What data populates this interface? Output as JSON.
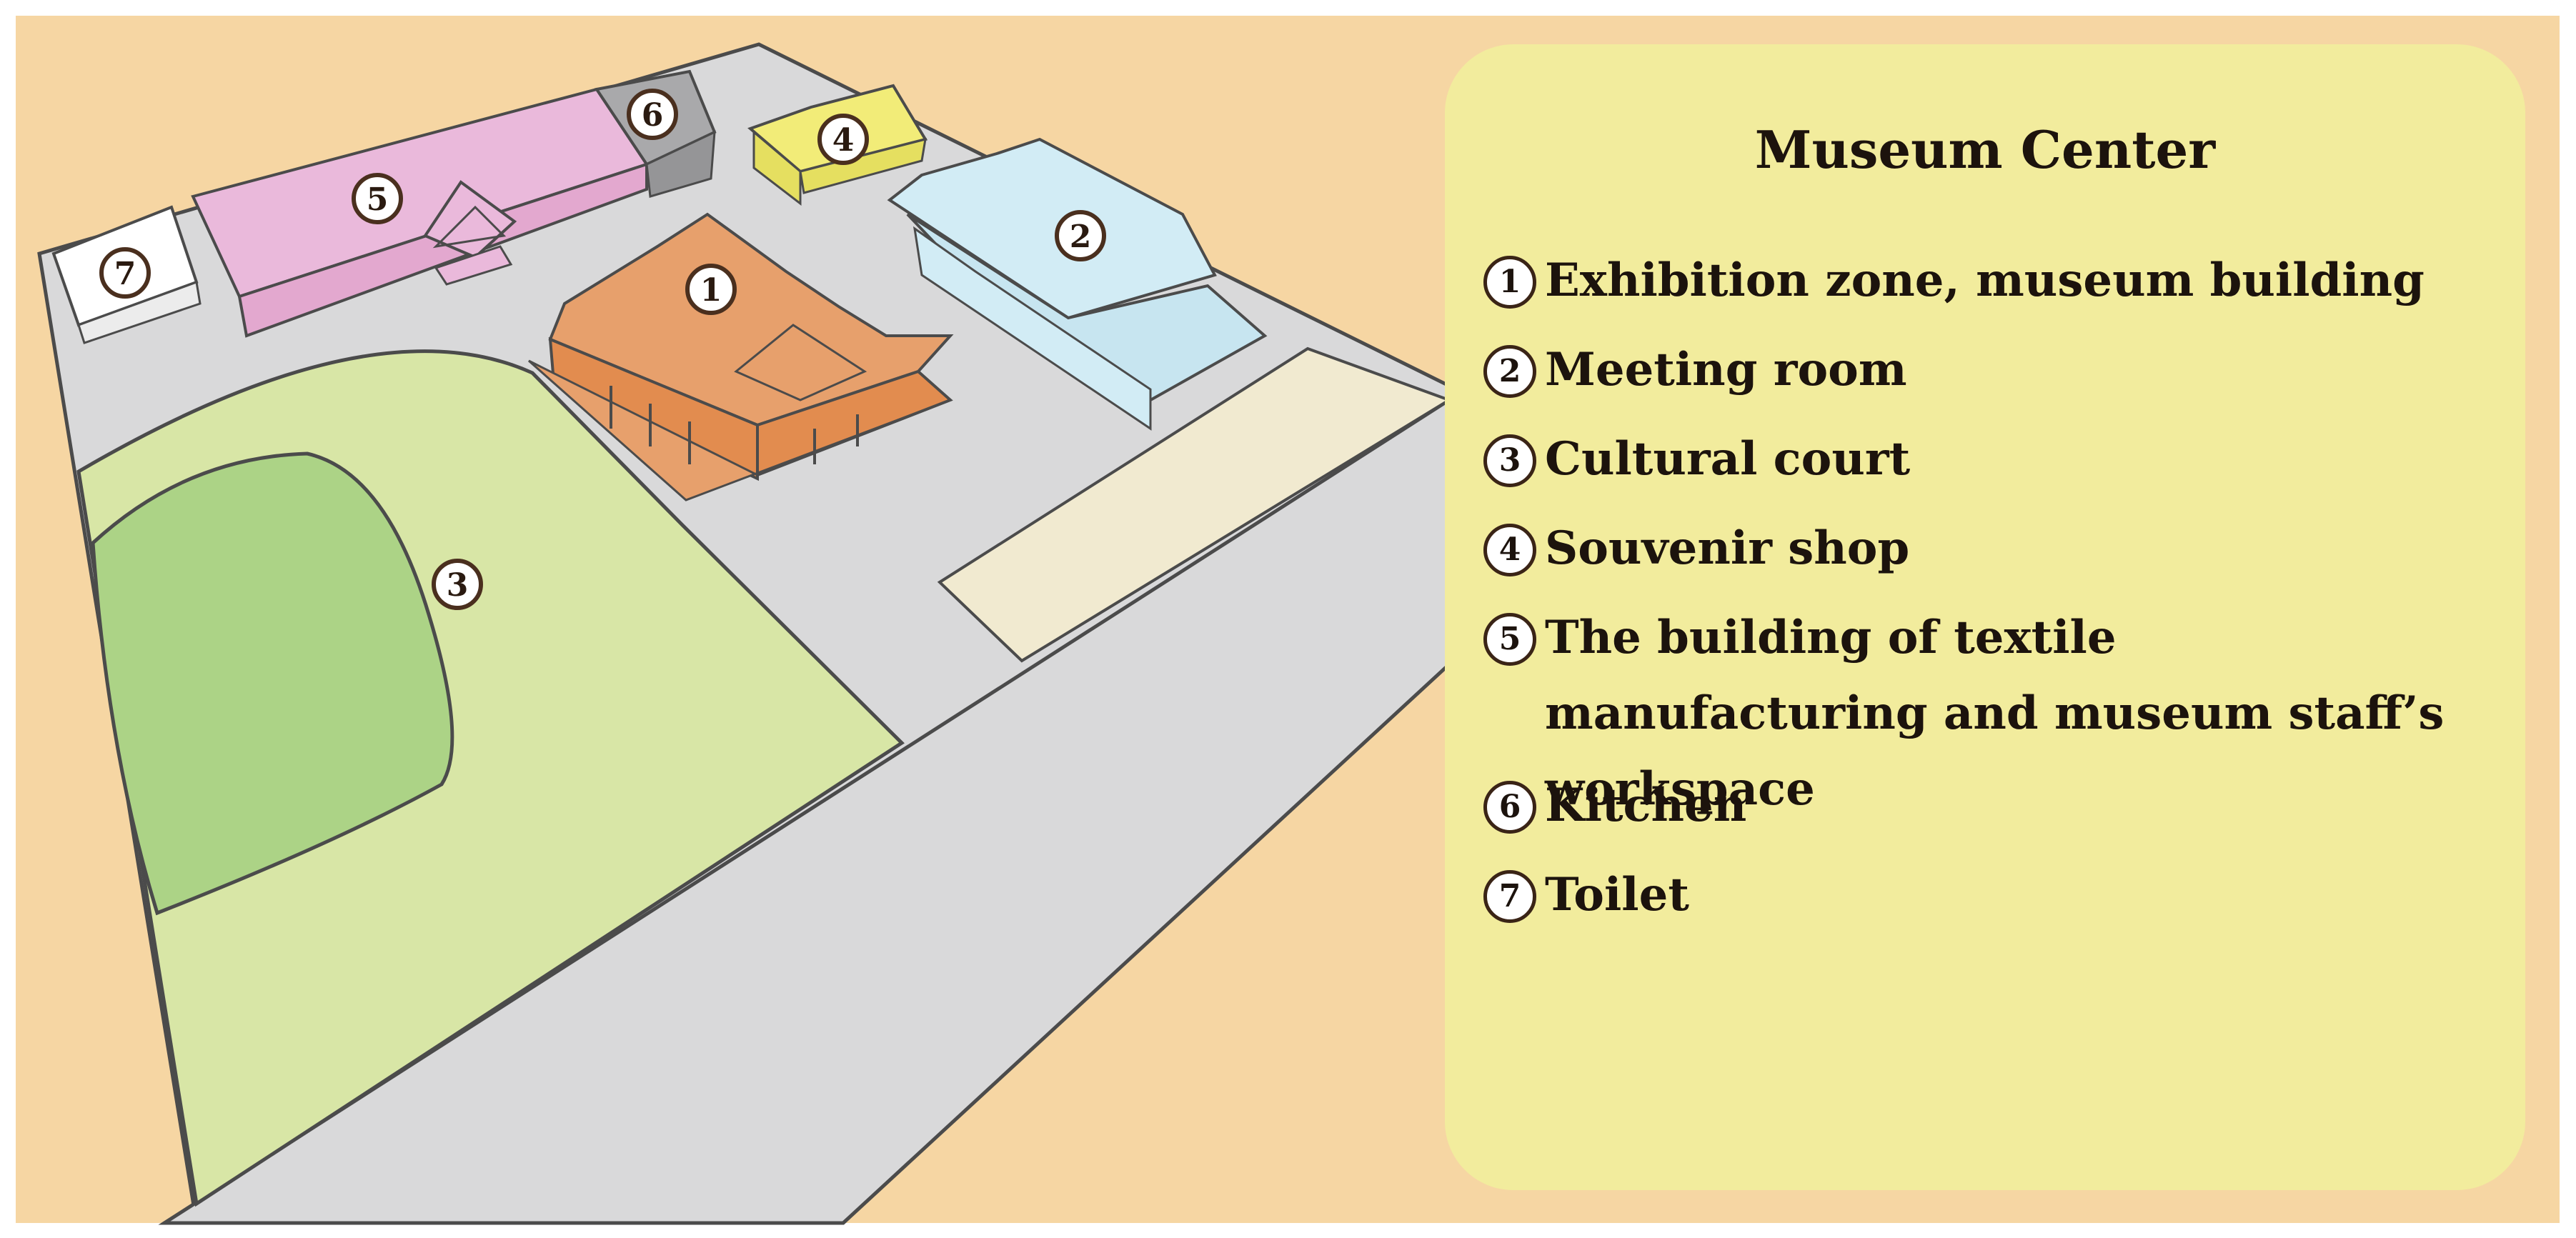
{
  "legend": {
    "title": "Museum Center",
    "items": [
      {
        "number": "1",
        "label": "Exhibition zone, museum building"
      },
      {
        "number": "2",
        "label": "Meeting room"
      },
      {
        "number": "3",
        "label": "Cultural court"
      },
      {
        "number": "4",
        "label": "Souvenir shop"
      },
      {
        "number": "5",
        "label": "The building of textile manufacturing and museum staff’s workspace"
      },
      {
        "number": "6",
        "label": "Kitchen"
      },
      {
        "number": "7",
        "label": "Toilet"
      }
    ]
  },
  "map": {
    "markers": [
      {
        "number": "1",
        "place": "Exhibition zone, museum building"
      },
      {
        "number": "2",
        "place": "Meeting room"
      },
      {
        "number": "3",
        "place": "Cultural court"
      },
      {
        "number": "4",
        "place": "Souvenir shop"
      },
      {
        "number": "5",
        "place": "The building of textile manufacturing and museum staff’s workspace"
      },
      {
        "number": "6",
        "place": "Kitchen"
      },
      {
        "number": "7",
        "place": "Toilet"
      }
    ]
  },
  "colors": {
    "page_background": "#f6d6a3",
    "ground": "#d9d9da",
    "outline": "#4b4b4b",
    "court_light": "#d8e6a6",
    "court_inner": "#acd386",
    "parking": "#f1ead0",
    "exhibition": "#e7a06c",
    "meeting": "#d2ecf5",
    "souvenir": "#f2ec78",
    "textile": "#eab9db",
    "kitchen": "#a9a9ab",
    "toilet": "#ffffff",
    "legend_panel": "#f2ec9d"
  }
}
